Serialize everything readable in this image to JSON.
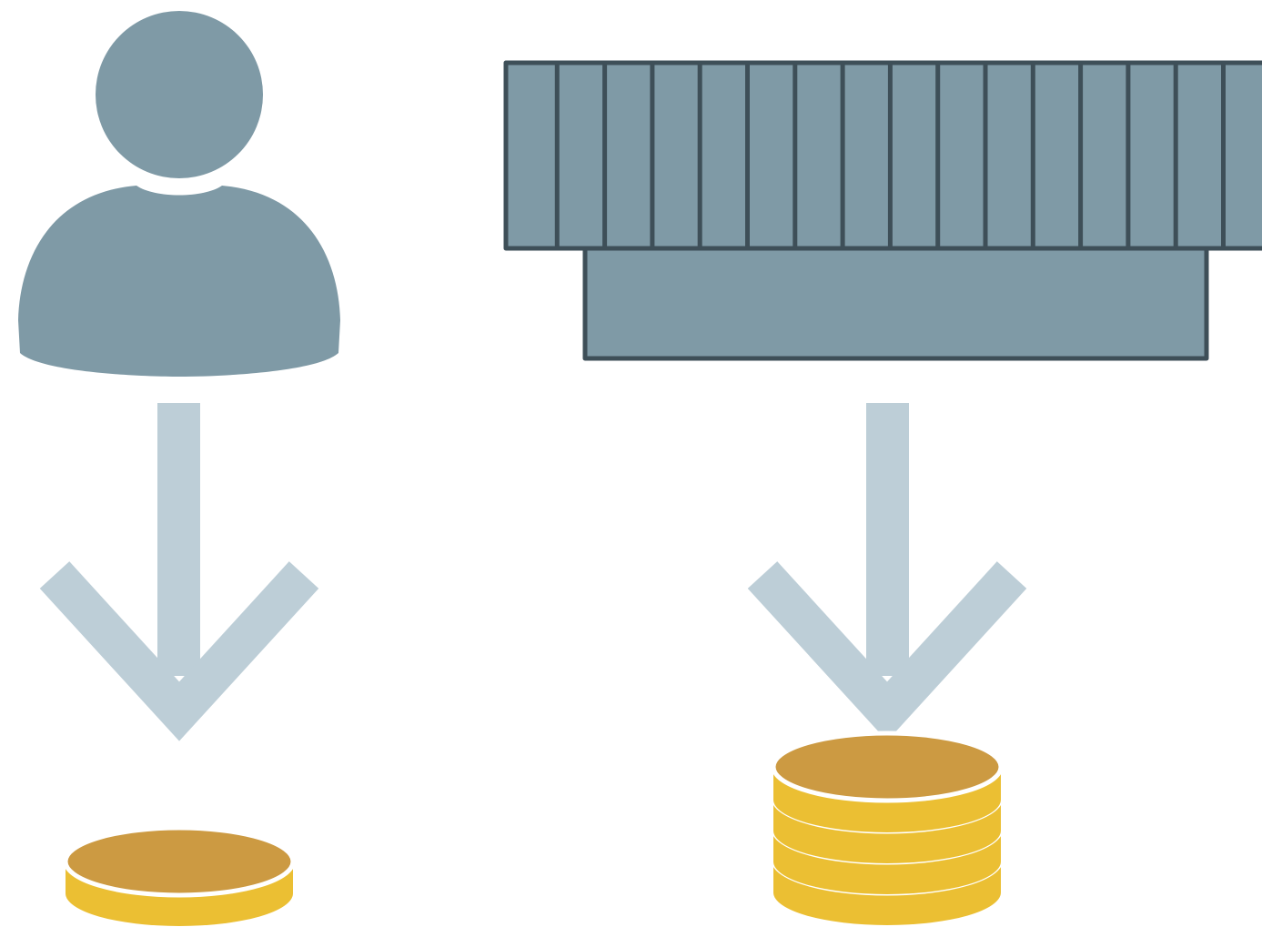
{
  "colors": {
    "background": "#ffffff",
    "icon_fill": "#7f9aa6",
    "icon_stroke": "#3e4f58",
    "arrow": "#bdced7",
    "coin_top": "#cc9a42",
    "coin_side": "#ebbf33",
    "coin_separator": "#ffffff"
  },
  "left_column": {
    "source_icon": "person-icon",
    "arrow_icon": "arrow-down-icon",
    "result_icon": "single-coin-icon",
    "coin_count": 1
  },
  "right_column": {
    "source_icon": "building-icon",
    "building_slot_count": 16,
    "arrow_icon": "arrow-down-icon",
    "result_icon": "coin-stack-icon",
    "coin_count": 4
  }
}
